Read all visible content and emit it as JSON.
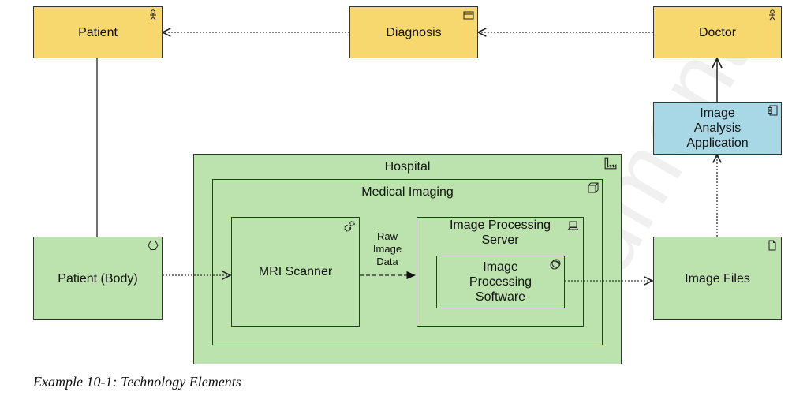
{
  "nodes": {
    "patient": "Patient",
    "diagnosis": "Diagnosis",
    "doctor": "Doctor",
    "image_analysis_app": "Image Analysis Application",
    "image_files": "Image Files",
    "patient_body": "Patient (Body)",
    "hospital": "Hospital",
    "medical_imaging": "Medical Imaging",
    "mri_scanner": "MRI Scanner",
    "image_processing_server": "Image Processing Server",
    "image_processing_software": "Image Processing Software"
  },
  "edges": {
    "raw_image_data": "Raw Image Data"
  },
  "caption": "Example 10-1:  Technology Elements",
  "watermark": "ument",
  "colors": {
    "business": "#f6d86f",
    "technology": "#bce3ad",
    "application": "#a8d8e5"
  }
}
